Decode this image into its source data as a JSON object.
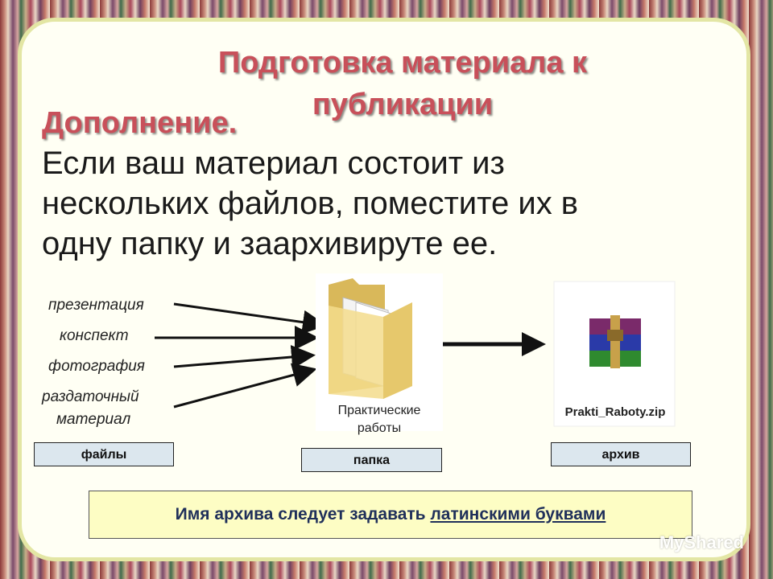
{
  "slide": {
    "title_line1": "Подготовка материала к",
    "title_line2": "публикации",
    "subheading": "Дополнение.",
    "body_line1": "Если ваш материал состоит из",
    "body_line2": "нескольких файлов, поместите их в",
    "body_line3": "одну папку и заархивируте ее."
  },
  "diagram": {
    "file_items": [
      "презентация",
      "конспект",
      "фотография",
      "раздаточный",
      "материал"
    ],
    "folder_caption_line1": "Практические",
    "folder_caption_line2": "работы",
    "archive_caption": "Prakti_Raboty.zip",
    "label_files": "файлы",
    "label_folder": "папка",
    "label_archive": "архив",
    "folder_icon": "folder-icon",
    "archive_icon": "winrar-archive-icon"
  },
  "note": {
    "prefix": "Имя архива следует задавать ",
    "underlined": "латинскими буквами"
  },
  "watermark": "MyShared",
  "colors": {
    "title": "#c8505a",
    "label_box": "#dce7ee",
    "note_bg": "#fdfdc4",
    "card_border": "#e3e6a4"
  }
}
